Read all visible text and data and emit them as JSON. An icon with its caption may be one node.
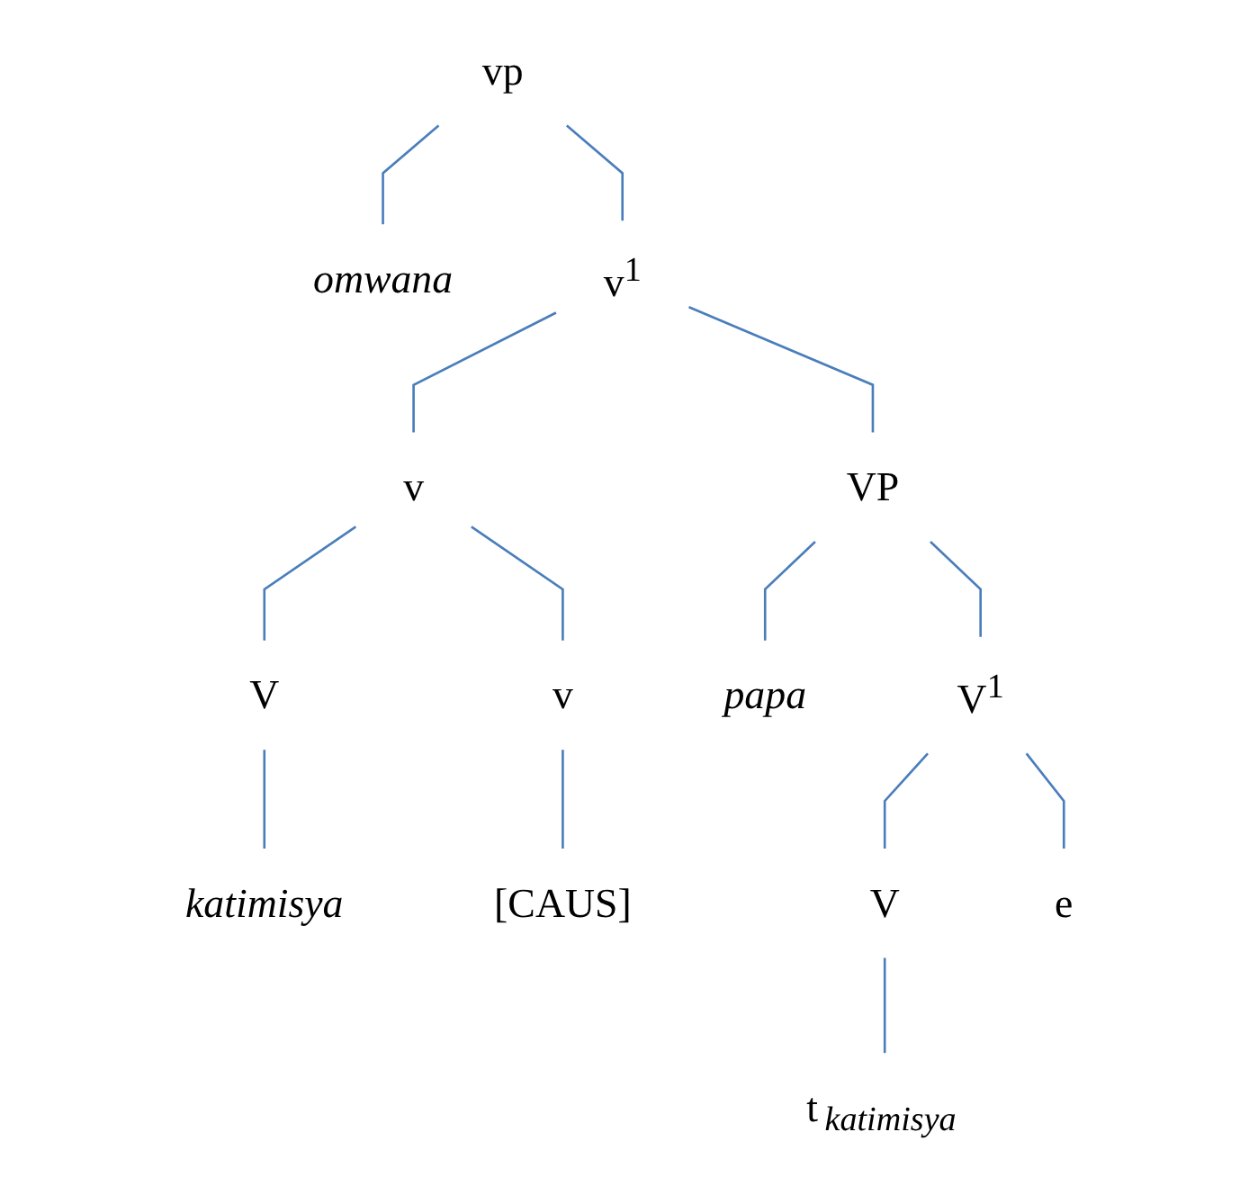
{
  "diagram": {
    "nodes": [
      {
        "text": [
          "vp"
        ]
      },
      {
        "text": [
          "omwana"
        ]
      },
      {
        "text": [
          "v$^{1}$"
        ]
      },
      {
        "text": [
          "v"
        ]
      },
      {
        "text": [
          "VP"
        ]
      },
      {
        "text": [
          "V"
        ]
      },
      {
        "text": [
          "v"
        ]
      },
      {
        "text": [
          "papa"
        ]
      },
      {
        "text": [
          "V$^{1}$"
        ]
      },
      {
        "text": [
          "katimisya"
        ]
      },
      {
        "text": [
          "[CAUS]"
        ]
      },
      {
        "text": [
          "V"
        ]
      },
      {
        "text": [
          "e"
        ]
      },
      {
        "text": [
          "t$_{katimisya}$"
        ]
      }
    ],
    "edges": [
      {
        "from": 0,
        "to": 1,
        "arrow": "none"
      },
      {
        "from": 0,
        "to": 2,
        "arrow": "none"
      },
      {
        "from": 2,
        "to": 3,
        "arrow": "none"
      },
      {
        "from": 2,
        "to": 4,
        "arrow": "none"
      },
      {
        "from": 3,
        "to": 5,
        "arrow": "none"
      },
      {
        "from": 3,
        "to": 6,
        "arrow": "none"
      },
      {
        "from": 4,
        "to": 7,
        "arrow": "none"
      },
      {
        "from": 4,
        "to": 8,
        "arrow": "none"
      },
      {
        "from": 5,
        "to": 9,
        "arrow": "none"
      },
      {
        "from": 6,
        "to": 10,
        "arrow": "none"
      },
      {
        "from": 8,
        "to": 11,
        "arrow": "none"
      },
      {
        "from": 8,
        "to": 12,
        "arrow": "none"
      },
      {
        "from": 11,
        "to": 13,
        "arrow": "none"
      }
    ]
  }
}
